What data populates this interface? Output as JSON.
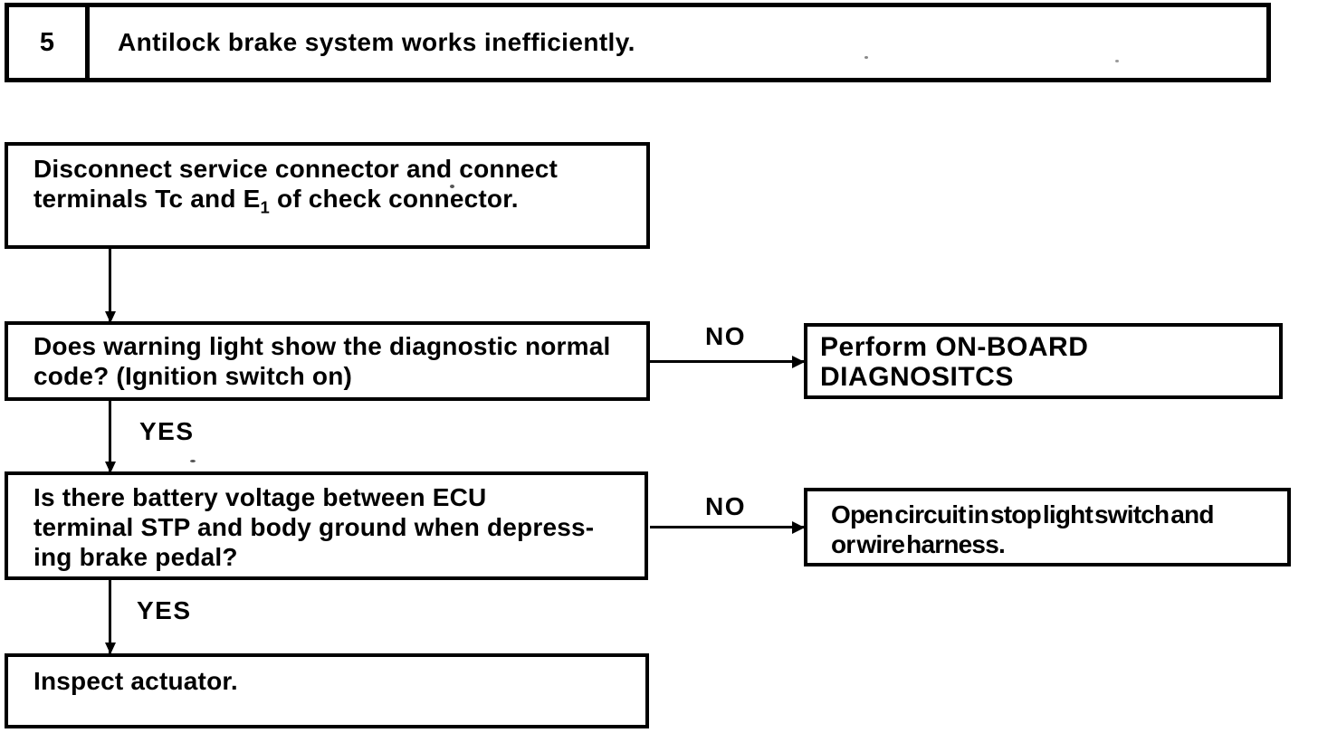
{
  "problem": {
    "number": "5",
    "title": "Antilock brake system works inefficiently."
  },
  "steps": {
    "disconnect": {
      "line1": "Disconnect service connector and connect",
      "line2_pre": "terminals Tc and E",
      "line2_sub": "1",
      "line2_post": " of check connector."
    },
    "warning_light": {
      "line1": "Does warning light show the diagnostic normal",
      "line2": "code? (Ignition switch on)"
    },
    "battery_voltage": {
      "line1": "Is there battery voltage between ECU",
      "line2": "terminal STP and body ground when depress-",
      "line3": "ing brake pedal?"
    },
    "inspect": {
      "line1": "Inspect actuator."
    }
  },
  "results": {
    "on_board": {
      "line1": "Perform ON-BOARD",
      "line2": "DIAGNOSITCS"
    },
    "open_circuit": {
      "line1": "Open circuit in stop light switch and",
      "line2": "or wire harness."
    }
  },
  "labels": {
    "yes": "YES",
    "no": "NO"
  },
  "colors": {
    "ink": "#000000",
    "paper": "#ffffff"
  }
}
